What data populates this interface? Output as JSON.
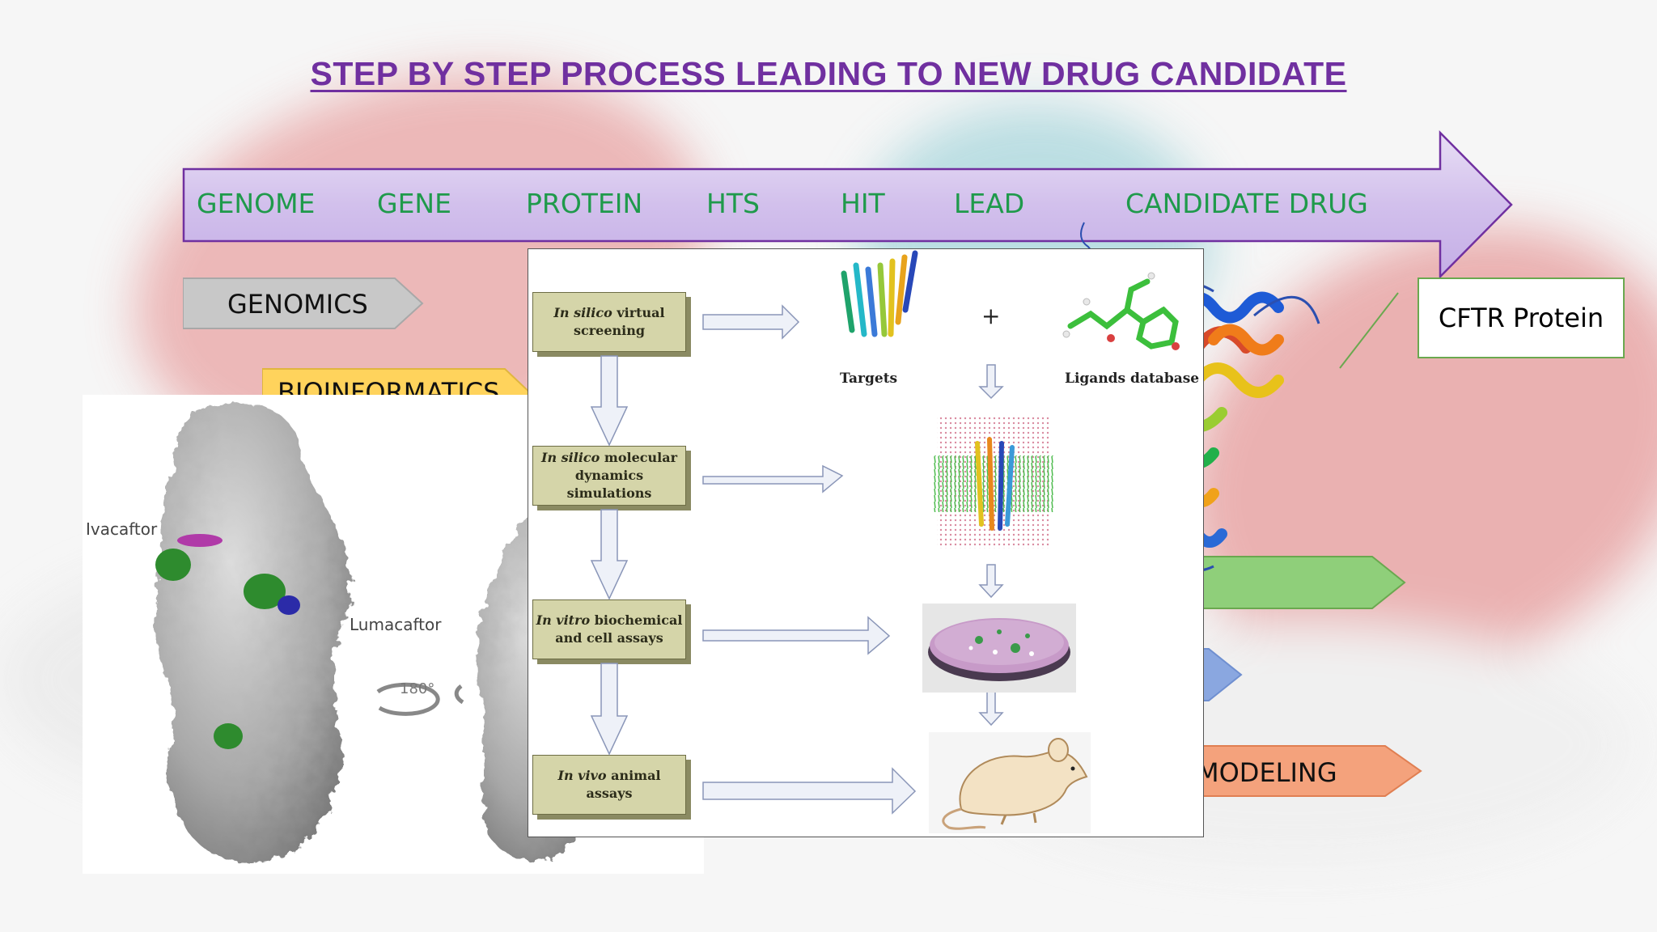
{
  "slide": {
    "title": "STEP BY STEP PROCESS LEADING TO NEW DRUG CANDIDATE"
  },
  "arrow": {
    "stages": [
      "GENOME",
      "GENE",
      "PROTEIN",
      "HTS",
      "HIT",
      "LEAD",
      "CANDIDATE DRUG"
    ]
  },
  "tags": {
    "genomics": "GENOMICS",
    "bioinformatics": "BIOINFORMATICS",
    "modeling": "MODELING"
  },
  "cftr": {
    "label": "CFTR Protein"
  },
  "structure": {
    "ivacaftor": "Ivacaftor",
    "lumacaftor": "Lumacaftor",
    "rotation": "180°"
  },
  "workflow": {
    "steps": [
      {
        "em": "In silico",
        "rest": "virtual screening"
      },
      {
        "em": "In silico",
        "rest": "molecular dynamics simulations"
      },
      {
        "em": "In vitro",
        "rest": "biochemical and cell assays"
      },
      {
        "em": "In vivo",
        "rest": "animal assays"
      }
    ],
    "plus": "+",
    "targets_label": "Targets",
    "ligands_label": "Ligands database"
  },
  "colors": {
    "title": "#7030a0",
    "stage_text": "#1f9a4b",
    "arrow_fill": "#d9c9ee",
    "arrow_stroke": "#7030a0",
    "genomics_tag": "#c8c8c8",
    "bioinformatics_tag": "#ffd35c",
    "green_tag": "#8fcf7a",
    "blue_tag": "#8aa7e0",
    "modeling_tag": "#f4a27c",
    "box_fill": "#d5d5a9"
  }
}
